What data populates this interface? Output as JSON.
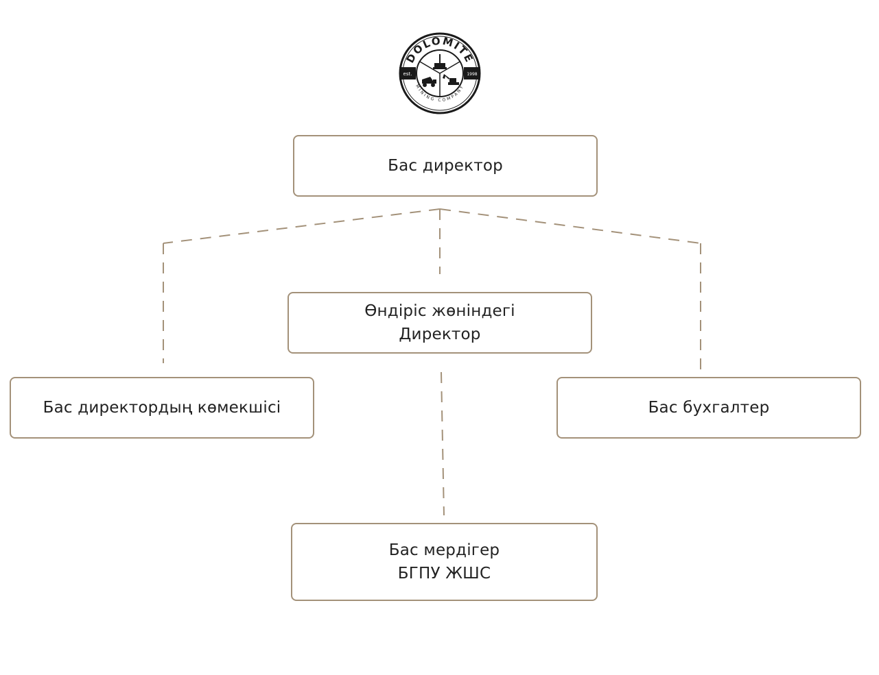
{
  "logo": {
    "company_name": "DOLOMITE",
    "subtitle": "MINING COMPANY",
    "est_label": "est.",
    "est_year": "1998"
  },
  "org_chart": {
    "ceo": {
      "label": "Бас директор"
    },
    "production_director": {
      "line1": "Өндіріс жөніндегі",
      "line2": "Директор"
    },
    "ceo_assistant": {
      "label": "Бас директордың көмекшісі"
    },
    "chief_accountant": {
      "label": "Бас бухгалтер"
    },
    "general_contractor": {
      "line1": "Бас мердігер",
      "line2": "БГПУ ЖШС"
    }
  },
  "colors": {
    "border": "#a39179",
    "text": "#222222",
    "logo_dark": "#1a1a1a"
  }
}
